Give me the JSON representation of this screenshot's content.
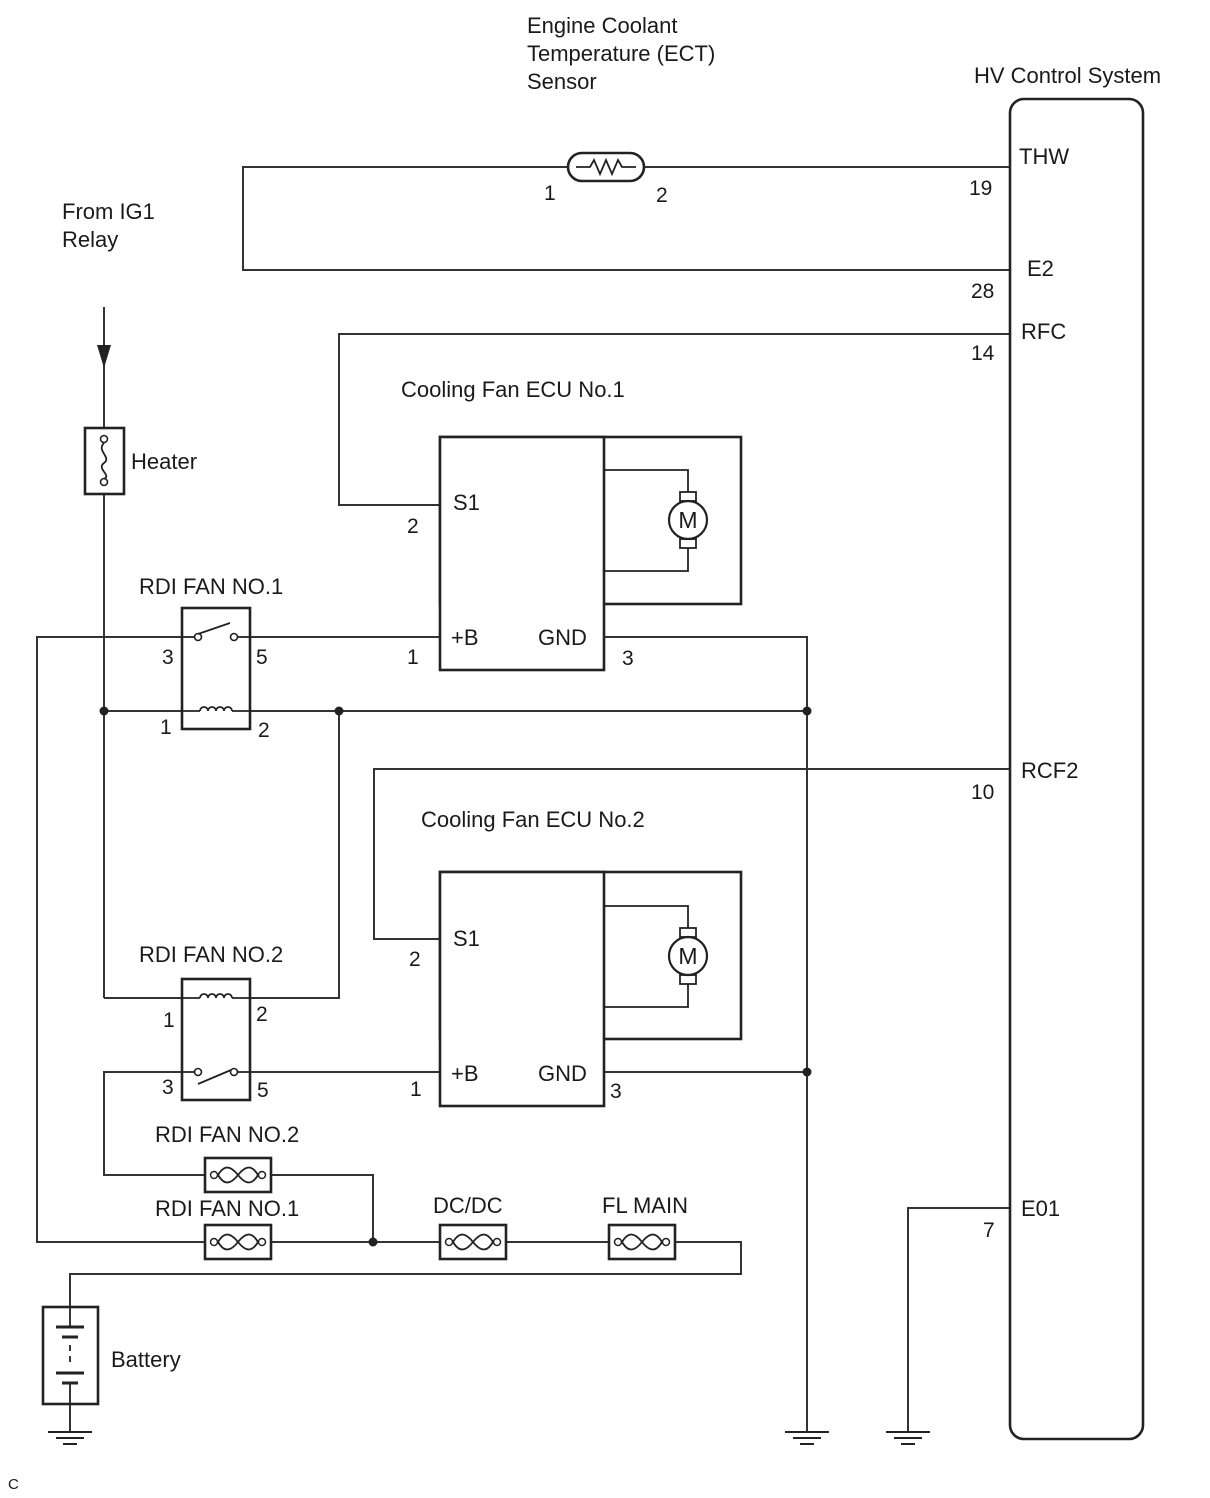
{
  "labels": {
    "ect_sensor": [
      "Engine Coolant",
      "Temperature (ECT)",
      "Sensor"
    ],
    "hv_control": "HV Control System",
    "from_ig1": [
      "From IG1",
      "Relay"
    ],
    "heater": "Heater",
    "cooling_fan_ecu_1": "Cooling Fan ECU No.1",
    "cooling_fan_ecu_2": "Cooling Fan ECU No.2",
    "rdi_fan_relay_1": "RDI FAN NO.1",
    "rdi_fan_relay_2": "RDI FAN NO.2",
    "rdi_fan_fuse_2": "RDI FAN NO.2",
    "rdi_fan_fuse_1": "RDI FAN NO.1",
    "dcdc_fuse": "DC/DC",
    "fl_main_fuse": "FL MAIN",
    "battery": "Battery",
    "corner_mark": "C"
  },
  "ecm_terminals": {
    "thw": {
      "name": "THW",
      "pin": "19"
    },
    "e2": {
      "name": "E2",
      "pin": "28"
    },
    "rfc": {
      "name": "RFC",
      "pin": "14"
    },
    "rcf2": {
      "name": "RCF2",
      "pin": "10"
    },
    "e01": {
      "name": "E01",
      "pin": "7"
    }
  },
  "ect_pins": {
    "p1": "1",
    "p2": "2"
  },
  "ecu1": {
    "s1": "S1",
    "b": "+B",
    "gnd": "GND",
    "pin_s1": "2",
    "pin_b": "1",
    "pin_gnd": "3",
    "motor": "M"
  },
  "ecu2": {
    "s1": "S1",
    "b": "+B",
    "gnd": "GND",
    "pin_s1": "2",
    "pin_b": "1",
    "pin_gnd": "3",
    "motor": "M"
  },
  "relay1_pins": {
    "p3": "3",
    "p5": "5",
    "p1": "1",
    "p2": "2"
  },
  "relay2_pins": {
    "p1": "1",
    "p2": "2",
    "p3": "3",
    "p5": "5"
  }
}
